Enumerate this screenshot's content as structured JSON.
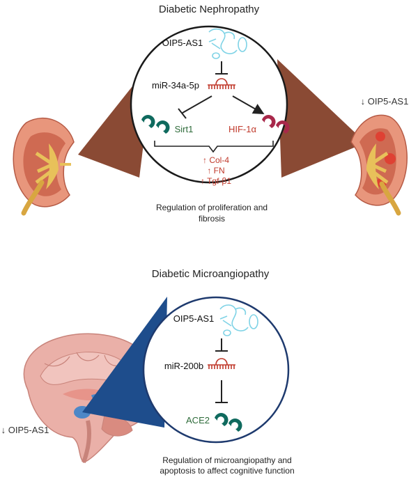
{
  "top": {
    "title": "Diabetic Nephropathy",
    "lncrna": "OIP5-AS1",
    "mirna": "miR-34a-5p",
    "target_left": "Sirt1",
    "target_right": "HIF-1α",
    "markers": [
      "↑ Col-4",
      "↑ FN",
      "↑ Tgf-β1"
    ],
    "outcome_line1": "Regulation of proliferation and",
    "outcome_line2": "fibrosis",
    "side_label": "↓ OIP5-AS1"
  },
  "bottom": {
    "title": "Diabetic Microangiopathy",
    "lncrna": "OIP5-AS1",
    "mirna": "miR-200b",
    "target": "ACE2",
    "outcome_line1": "Regulation of microangiopathy and",
    "outcome_line2": "apoptosis to affect cognitive function",
    "side_label": "↓ OIP5-AS1"
  },
  "colors": {
    "kidney_cone": "#8a4a34",
    "brain_cone": "#1e4d8c",
    "circle_outline_top": "#1a1a1a",
    "circle_outline_bottom": "#1e3a6e",
    "rna_cyan": "#7fd3e6",
    "mirna_red": "#c0392b",
    "protein_teal": "#0f6a5e",
    "protein_crimson": "#a8284a",
    "green_label": "#2e6b3a",
    "red_label": "#c0392b"
  }
}
